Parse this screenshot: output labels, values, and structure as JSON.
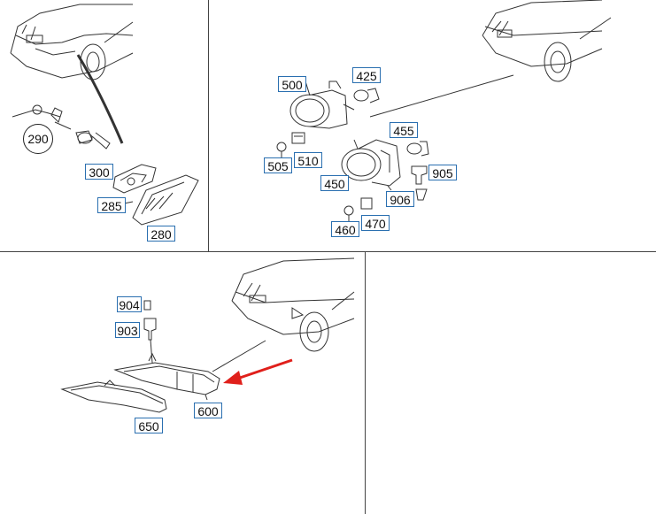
{
  "parts": {
    "p290": "290",
    "p300": "300",
    "p285": "285",
    "p280": "280",
    "p500": "500",
    "p425": "425",
    "p455": "455",
    "p505": "505",
    "p510": "510",
    "p905": "905",
    "p450": "450",
    "p906": "906",
    "p460": "460",
    "p470": "470",
    "p904": "904",
    "p903": "903",
    "p600": "600",
    "p650": "650"
  },
  "colors": {
    "label_border": "#2a6fb0",
    "arrow": "#e0201b",
    "line": "#333333"
  },
  "highlighted_part": "600"
}
